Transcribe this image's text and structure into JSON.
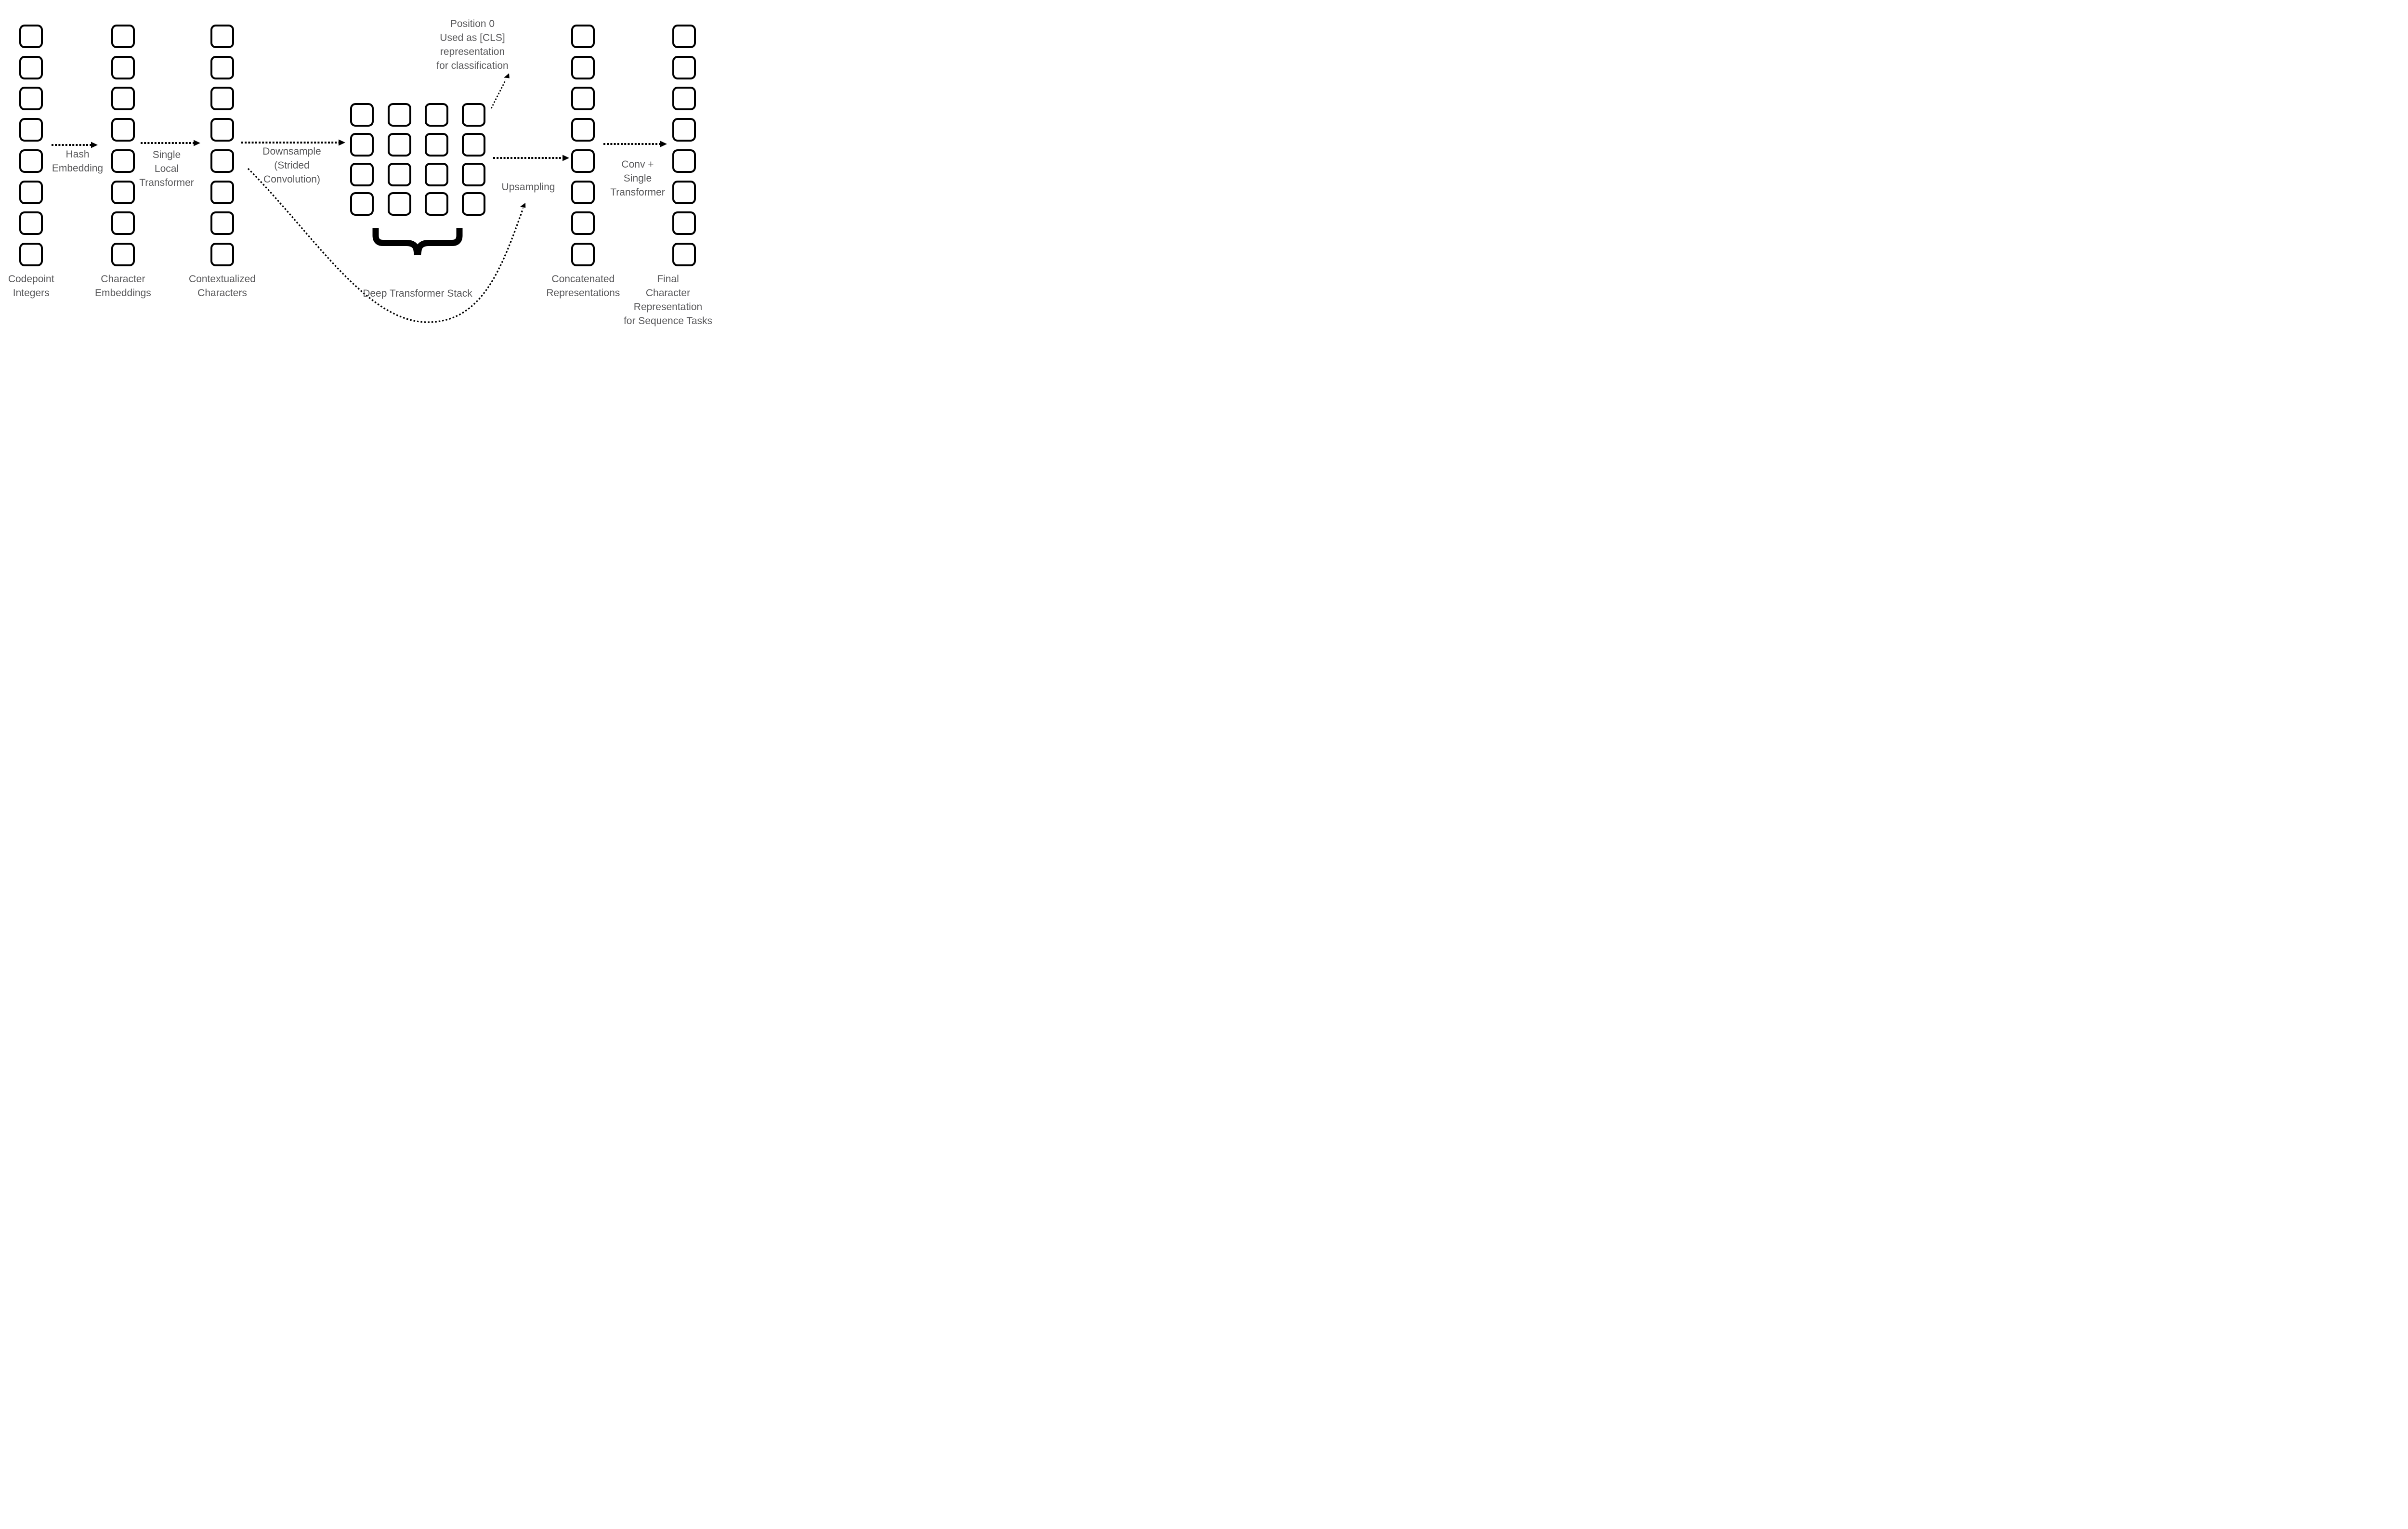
{
  "title": "Character-level model architecture diagram",
  "colors": {
    "background": "#ffffff",
    "shape_stroke": "#000000",
    "label_text": "#58585a"
  },
  "columns": [
    {
      "name": "codepoint-integers",
      "square_count": 8,
      "label_lines": [
        "Codepoint",
        "Integers"
      ]
    },
    {
      "name": "character-embeddings",
      "square_count": 8,
      "label_lines": [
        "Character",
        "Embeddings"
      ]
    },
    {
      "name": "contextualized-characters",
      "square_count": 8,
      "label_lines": [
        "Contextualized",
        "Characters"
      ]
    },
    {
      "name": "concatenated-representations",
      "square_count": 8,
      "label_lines": [
        "Concatenated",
        "Representations"
      ]
    },
    {
      "name": "final-character-representation",
      "square_count": 8,
      "label_lines": [
        "Final",
        "Character",
        "Representation",
        "for Sequence Tasks"
      ]
    }
  ],
  "deep_stack": {
    "rows": 4,
    "cols": 4,
    "label": "Deep Transformer Stack"
  },
  "edges": [
    {
      "name": "hash-embedding",
      "label_lines": [
        "Hash",
        "Embedding"
      ]
    },
    {
      "name": "single-local-transformer",
      "label_lines": [
        "Single",
        "Local",
        "Transformer"
      ]
    },
    {
      "name": "downsample-strided-convolution",
      "label_lines": [
        "Downsample",
        "(Strided",
        "Convolution)"
      ]
    },
    {
      "name": "upsampling",
      "label_lines": [
        "Upsampling"
      ]
    },
    {
      "name": "conv-single-transformer",
      "label_lines": [
        "Conv +",
        "Single",
        "Transformer"
      ]
    }
  ],
  "annotations": [
    {
      "name": "cls-note",
      "lines": [
        "Position 0",
        "Used as [CLS]",
        "representation",
        "for classification"
      ]
    }
  ]
}
